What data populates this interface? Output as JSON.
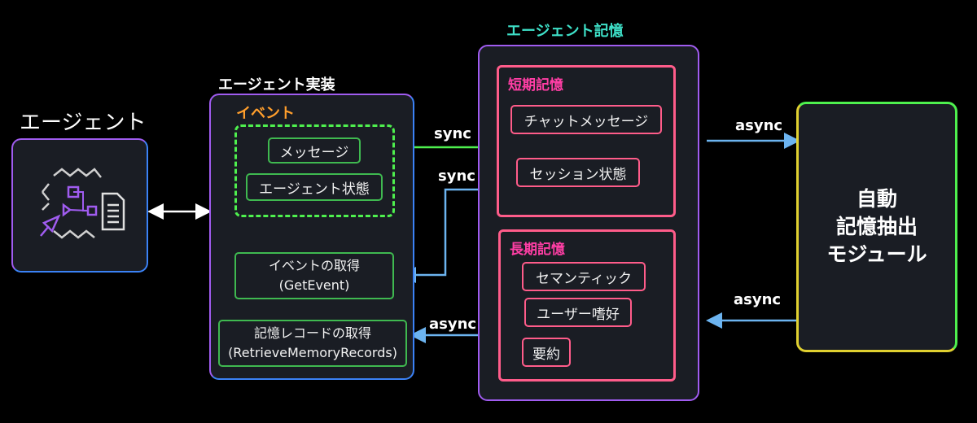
{
  "agent": {
    "title": "エージェント",
    "icon": "agent-workflow-icon"
  },
  "implementation": {
    "title": "エージェント実装",
    "event_group": {
      "title": "イベント",
      "items": [
        "メッセージ",
        "エージェント状態"
      ]
    },
    "get_event": {
      "line1": "イベントの取得",
      "line2": "(GetEvent)"
    },
    "retrieve_records": {
      "line1": "記憶レコードの取得",
      "line2": "(RetrieveMemoryRecords)"
    }
  },
  "memory": {
    "title": "エージェント記憶",
    "short_term": {
      "title": "短期記憶",
      "items": [
        "チャットメッセージ",
        "セッション状態"
      ]
    },
    "long_term": {
      "title": "長期記憶",
      "items": [
        "セマンティック",
        "ユーザー嗜好",
        "要約"
      ]
    }
  },
  "extraction_module": {
    "lines": [
      "自動",
      "記憶抽出",
      "モジュール"
    ]
  },
  "arrows": {
    "sync_in": "sync",
    "sync_out": "sync",
    "async_retrieve": "async",
    "async_to_module": "async",
    "async_from_module": "async"
  },
  "colors": {
    "background": "#000000",
    "panel": "#1a1d24",
    "purple_border": "#a05cf0",
    "green": "#3fb950",
    "green_dashed": "#4ef04e",
    "pink": "#ff5c8a",
    "orange_title": "#ff9e2c",
    "pink_title": "#ff3ea5",
    "teal_title": "#3ee0c8",
    "sync_green_arrow": "#4ef04e",
    "blue_arrow": "#6cb4f0"
  }
}
